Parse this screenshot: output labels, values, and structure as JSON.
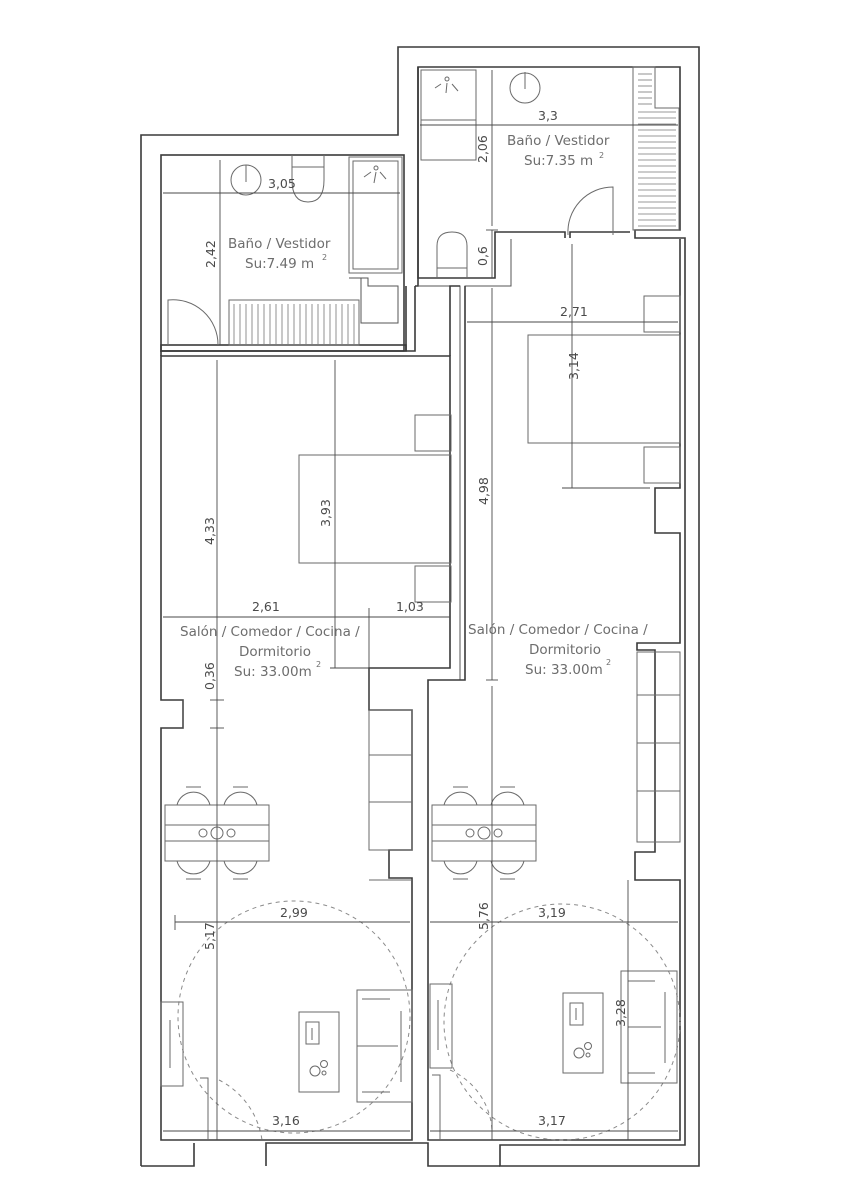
{
  "plan": {
    "rooms": [
      {
        "id": "bath-left",
        "name": "Baño / Vestidor",
        "area": "Su:7.49 m",
        "sup": "2"
      },
      {
        "id": "bath-right",
        "name": "Baño / Vestidor",
        "area": "Su:7.35 m",
        "sup": "2"
      },
      {
        "id": "living-left",
        "name_line1": "Salón / Comedor / Cocina /",
        "name_line2": "Dormitorio",
        "area": "Su: 33.00m",
        "sup": "2"
      },
      {
        "id": "living-right",
        "name_line1": "Salón / Comedor / Cocina /",
        "name_line2": "Dormitorio",
        "area": "Su: 33.00m",
        "sup": "2"
      }
    ],
    "dimensions": {
      "bath_left_width": "3,05",
      "bath_left_height": "2,42",
      "bath_right_width": "3,3",
      "bath_right_height": "2,06",
      "bath_right_small": "0,6",
      "left_bedroom_height": "4,33",
      "left_bed_height": "3,93",
      "left_width_a": "2,61",
      "left_width_b": "1,03",
      "left_gap": "0,36",
      "right_width_top": "2,71",
      "right_bed_height": "3,14",
      "right_height": "4,98",
      "left_living_width": "2,99",
      "left_living_height": "5,17",
      "left_bottom_width": "3,16",
      "right_living_width": "3,19",
      "right_living_height": "5,76",
      "right_sofa_height": "3,28",
      "right_bottom_width": "3,17"
    },
    "colors": {
      "wall": "#3a3a3a",
      "furniture": "#6a6a6a",
      "label": "#6d6d6d",
      "background": "#ffffff"
    }
  }
}
